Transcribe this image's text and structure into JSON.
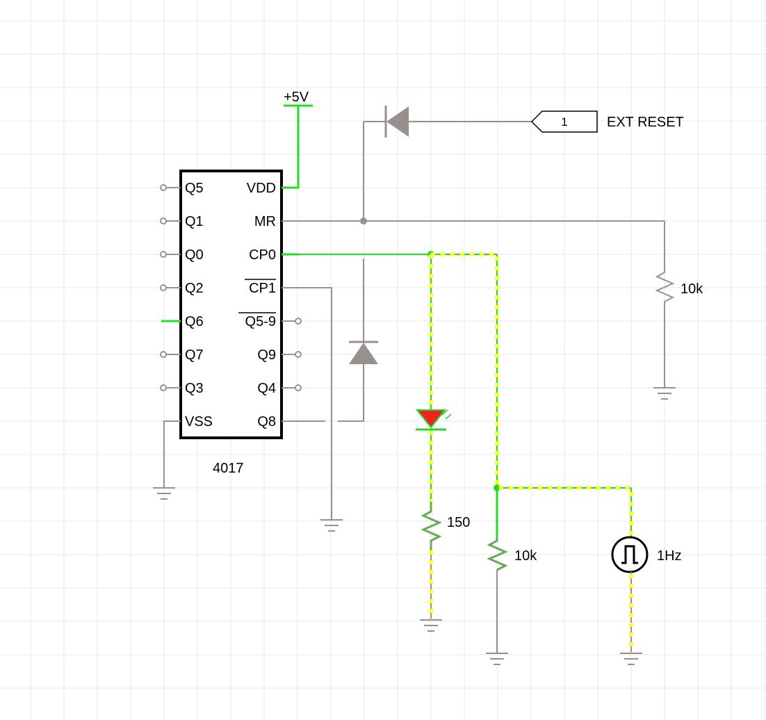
{
  "ic": {
    "name": "4017",
    "left_pins": [
      "Q5",
      "Q1",
      "Q0",
      "Q2",
      "Q6",
      "Q7",
      "Q3",
      "VSS"
    ],
    "right_pins": [
      "VDD",
      "MR",
      "CP0",
      "CP1",
      "Q5-9",
      "Q9",
      "Q4",
      "Q8"
    ]
  },
  "supply": {
    "label": "+5V"
  },
  "ext_reset": {
    "value": "1",
    "label": "EXT RESET"
  },
  "resistors": {
    "mr_pulldown": "10k",
    "led_series": "150",
    "clock_pulldown": "10k"
  },
  "clock": {
    "label": "1Hz"
  },
  "colors": {
    "wire_idle": "#9a8f8f",
    "wire_active": "#22dd22",
    "current_dots": "#ffff33",
    "led": "#ee2222",
    "grid": "#e6e6f0"
  }
}
